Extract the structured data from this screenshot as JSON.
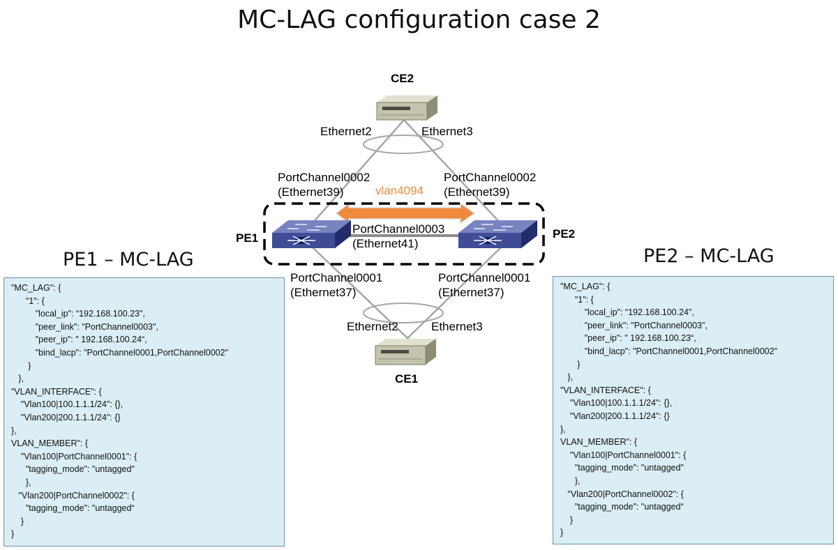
{
  "title": "MC-LAG configuration case 2",
  "nodes": {
    "ce2": "CE2",
    "ce1": "CE1",
    "pe1": "PE1",
    "pe2": "PE2"
  },
  "links": {
    "ce2_left": "Ethernet2",
    "ce2_right": "Ethernet3",
    "pe1_up": [
      "PortChannel0002",
      "(Ethernet39)"
    ],
    "pe2_up": [
      "PortChannel0002",
      "(Ethernet39)"
    ],
    "vlan": "vlan4094",
    "peer": [
      "PortChannel0003",
      "(Ethernet41)"
    ],
    "pe1_down": [
      "PortChannel0001",
      "(Ethernet37)"
    ],
    "pe2_down": [
      "PortChannel0001",
      "(Ethernet37)"
    ],
    "ce1_left": "Ethernet2",
    "ce1_right": "Ethernet3"
  },
  "panels": {
    "pe1": {
      "title": "PE1 – MC-LAG",
      "lines": [
        "\"MC_LAG\": {",
        "      \"1\": {",
        "          \"local_ip\": “192.168.100.23\",",
        "          \"peer_link\": \"PortChannel0003\",",
        "          \"peer_ip\": \" 192.168.100.24“,",
        "          \"bind_lacp\": \"PortChannel0001,PortChannel0002\"",
        "       }",
        "   },",
        "\"VLAN_INTERFACE\": {",
        "    \"Vlan100|100.1.1.1/24\": {},",
        "    \"Vlan200|200.1.1.1/24\": {}",
        "},",
        "VLAN_MEMBER\": {",
        "    \"Vlan100|PortChannel0001\": {",
        "      \"tagging_mode\": \"untagged\"",
        "      },",
        "   \"Vlan200|PortChannel0002\": {",
        "      \"tagging_mode\": \"untagged“",
        "    }",
        "}"
      ]
    },
    "pe2": {
      "title": "PE2 – MC-LAG",
      "lines": [
        "\"MC_LAG\": {",
        "      \"1\": {",
        "          \"local_ip\": “192.168.100.24\",",
        "          \"peer_link\": \"PortChannel0003\",",
        "          \"peer_ip\": \" 192.168.100.23“,",
        "          \"bind_lacp\": \"PortChannel0001,PortChannel0002\"",
        "       }",
        "   },",
        "\"VLAN_INTERFACE\": {",
        "    \"Vlan100|100.1.1.1/24\": {},",
        "    \"Vlan200|200.1.1.1/24\": {}",
        "},",
        "VLAN_MEMBER\": {",
        "    \"Vlan100|PortChannel0001\": {",
        "      \"tagging_mode\": \"untagged\"",
        "      },",
        "   \"Vlan200|PortChannel0002\": {",
        "      \"tagging_mode\": \"untagged“",
        "    }",
        "}"
      ]
    }
  },
  "colors": {
    "vlan_arrow": "#f0893c",
    "panel_bg": "#daeef4",
    "panel_border": "#6d8fa8",
    "switch_top": "#5a6aa8",
    "switch_side": "#2a3578",
    "server_body": "#bdbca6"
  }
}
